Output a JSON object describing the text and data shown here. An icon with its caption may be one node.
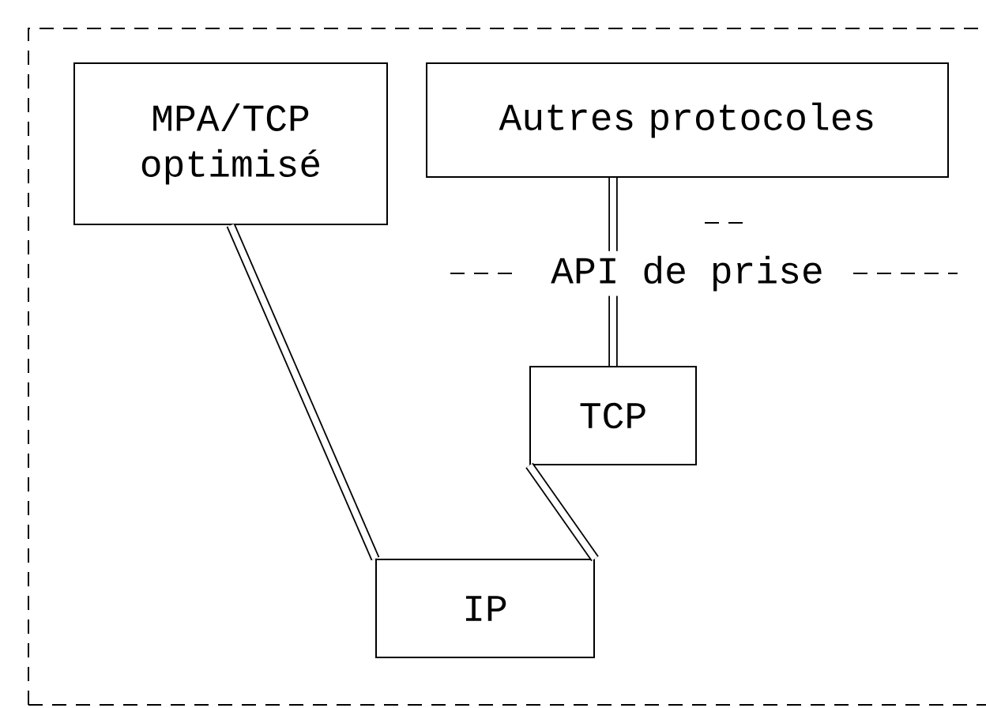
{
  "diagram": {
    "nodes": [
      {
        "text": [
          "MPA/TCP optimisé"
        ]
      },
      {
        "text": [
          "Autres protocoles"
        ]
      },
      {
        "text": [
          "TCP"
        ]
      },
      {
        "text": [
          "IP"
        ]
      }
    ],
    "edges": [
      {
        "from": 0,
        "to": 3,
        "arrow": "none"
      },
      {
        "from": 1,
        "to": 2,
        "arrow": "none"
      },
      {
        "from": 2,
        "to": 3,
        "arrow": "none"
      }
    ],
    "labels": [
      "API de prise"
    ]
  }
}
